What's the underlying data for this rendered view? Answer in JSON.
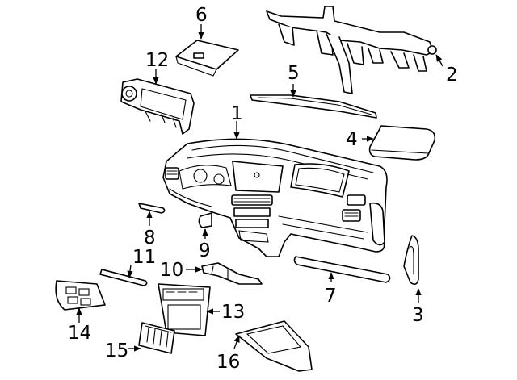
{
  "callouts": [
    {
      "id": "1",
      "label": "1"
    },
    {
      "id": "2",
      "label": "2"
    },
    {
      "id": "3",
      "label": "3"
    },
    {
      "id": "4",
      "label": "4"
    },
    {
      "id": "5",
      "label": "5"
    },
    {
      "id": "6",
      "label": "6"
    },
    {
      "id": "7",
      "label": "7"
    },
    {
      "id": "8",
      "label": "8"
    },
    {
      "id": "9",
      "label": "9"
    },
    {
      "id": "10",
      "label": "10"
    },
    {
      "id": "11",
      "label": "11"
    },
    {
      "id": "12",
      "label": "12"
    },
    {
      "id": "13",
      "label": "13"
    },
    {
      "id": "14",
      "label": "14"
    },
    {
      "id": "15",
      "label": "15"
    },
    {
      "id": "16",
      "label": "16"
    }
  ],
  "colors": {
    "line": "#000000",
    "background": "#ffffff"
  }
}
